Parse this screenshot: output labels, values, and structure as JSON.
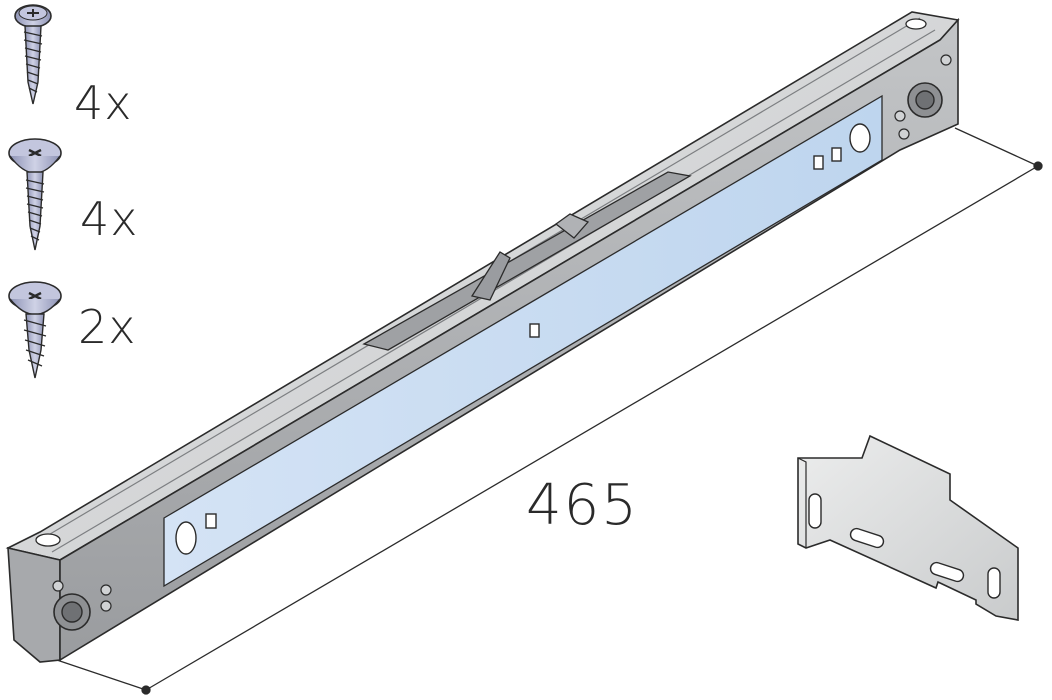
{
  "parts": [
    {
      "name": "pan-head-screw",
      "quantity": "4x"
    },
    {
      "name": "countersunk-screw",
      "quantity": "4x"
    },
    {
      "name": "flat-head-screw",
      "quantity": "2x"
    }
  ],
  "dimension": {
    "label": "465"
  },
  "colors": {
    "rail_body": "#b8babc",
    "rail_top": "#d9dadb",
    "label_strip": "#c9dcf2",
    "screw": "#a9adc8",
    "outline": "#2b2b2b"
  },
  "icons": [
    "pan-head-screw-icon",
    "countersunk-screw-icon",
    "flat-head-screw-icon",
    "damper-rail-icon",
    "mounting-bracket-icon"
  ]
}
